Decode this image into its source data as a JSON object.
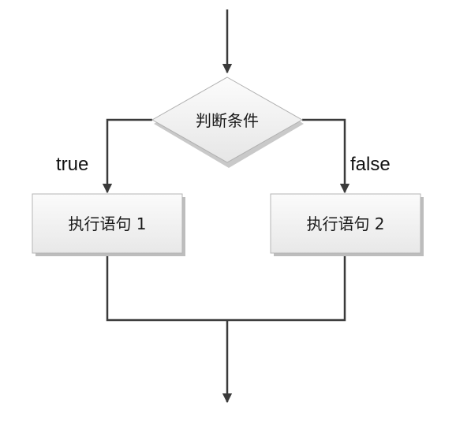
{
  "diagram": {
    "decision": {
      "label": "判断条件"
    },
    "branch_true": {
      "label": "true"
    },
    "branch_false": {
      "label": "false"
    },
    "statement_1": {
      "label": "执行语句 1"
    },
    "statement_2": {
      "label": "执行语句 2"
    }
  }
}
